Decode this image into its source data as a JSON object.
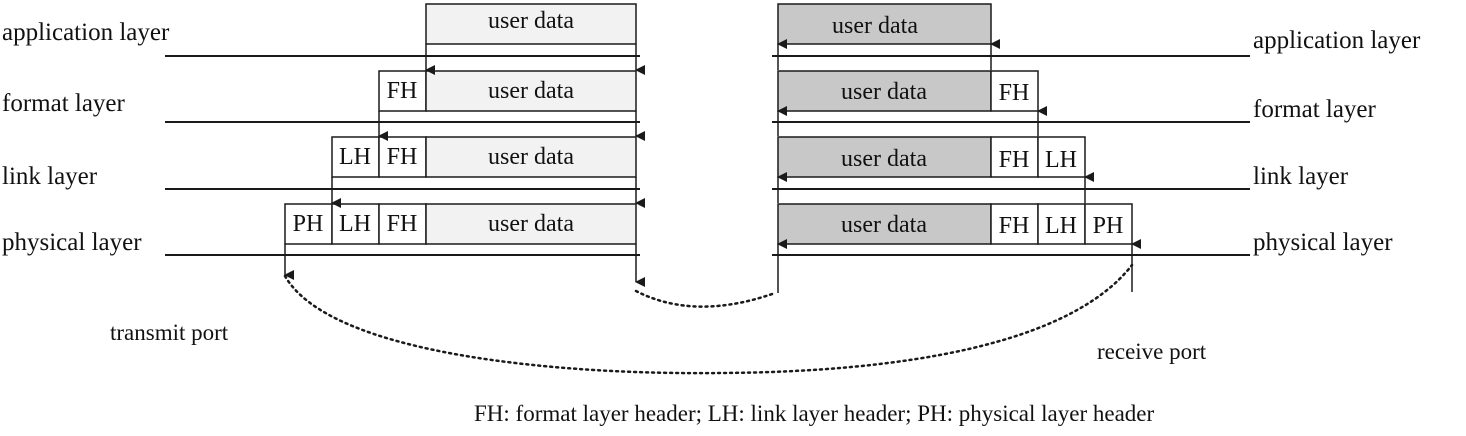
{
  "layers": {
    "application": "application layer",
    "format": "format layer",
    "link": "link layer",
    "physical": "physical layer"
  },
  "blocks": {
    "user_data": "user data",
    "fh": "FH",
    "lh": "LH",
    "ph": "PH"
  },
  "ports": {
    "transmit": "transmit port",
    "receive": "receive port"
  },
  "footnote": "FH: format layer header; LH: link layer header; PH: physical layer header",
  "colors": {
    "sender_fill": "#f2f2f2",
    "receiver_fill": "#c8c8c8",
    "header_fill": "#ffffff",
    "stroke": "#1a1a1a"
  }
}
